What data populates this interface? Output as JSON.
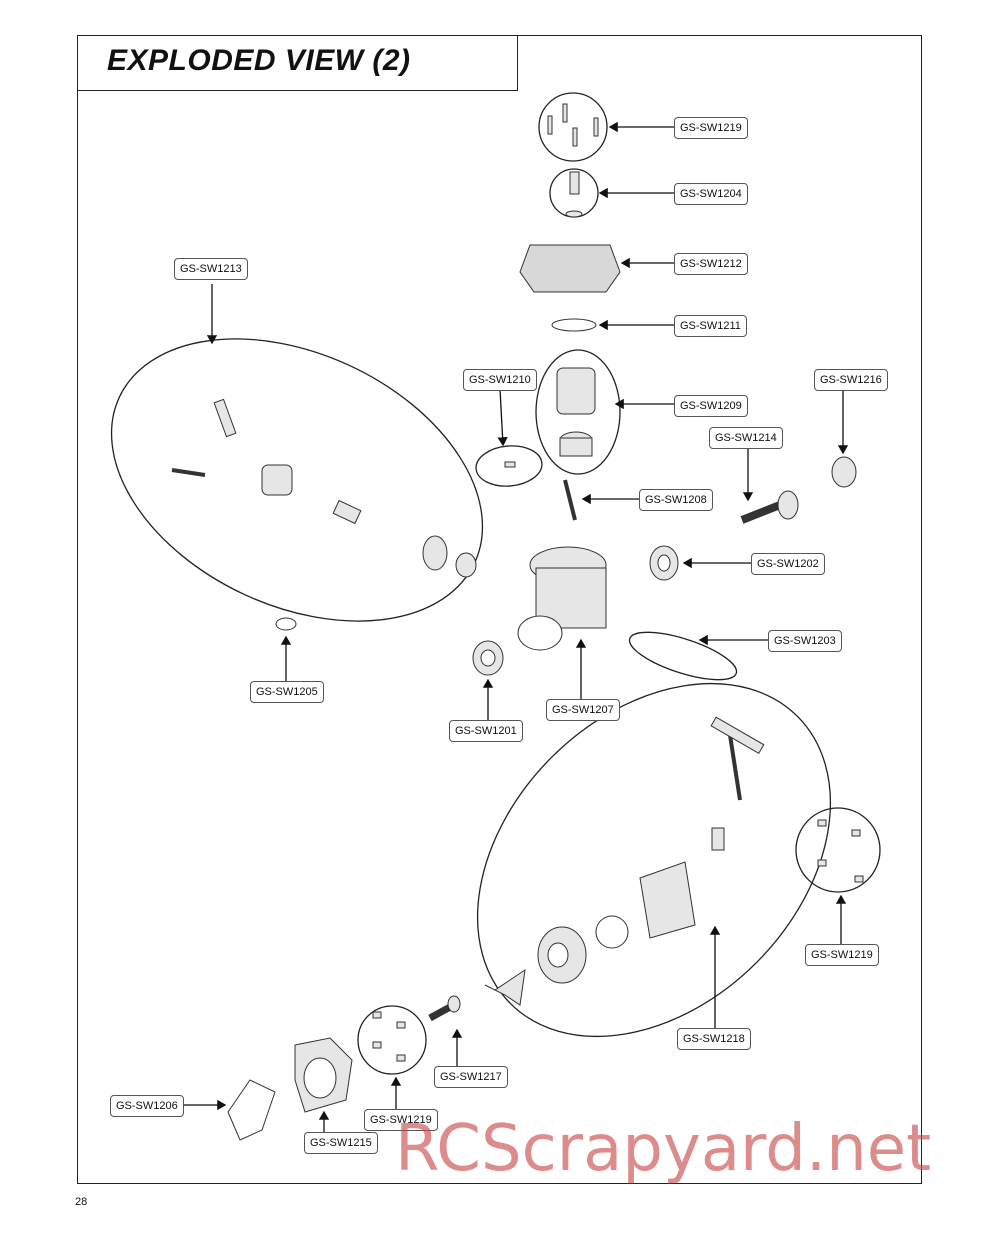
{
  "title": "EXPLODED VIEW (2)",
  "page_number": "28",
  "watermark": "RCScrapyard.net",
  "parts": {
    "p1219_top": "GS-SW1219",
    "p1204": "GS-SW1204",
    "p1212": "GS-SW1212",
    "p1211": "GS-SW1211",
    "p1209": "GS-SW1209",
    "p1210": "GS-SW1210",
    "p1216": "GS-SW1216",
    "p1214": "GS-SW1214",
    "p1208": "GS-SW1208",
    "p1202": "GS-SW1202",
    "p1213": "GS-SW1213",
    "p1203": "GS-SW1203",
    "p1205": "GS-SW1205",
    "p1207": "GS-SW1207",
    "p1201": "GS-SW1201",
    "p1219_right": "GS-SW1219",
    "p1218": "GS-SW1218",
    "p1217": "GS-SW1217",
    "p1206": "GS-SW1206",
    "p1219_bottom": "GS-SW1219",
    "p1215": "GS-SW1215"
  }
}
